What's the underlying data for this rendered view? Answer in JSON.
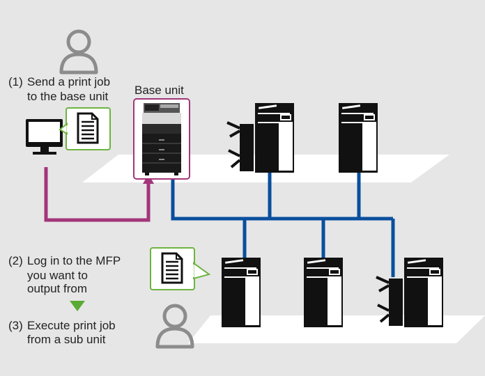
{
  "step1": {
    "number": "(1)",
    "line1": "Send a print job",
    "line2": "to the base unit"
  },
  "base_unit_label": "Base unit",
  "step2": {
    "number": "(2)",
    "line1": "Log in to the MFP",
    "line2": "you want to",
    "line3": "output from"
  },
  "step3": {
    "number": "(3)",
    "line1": "Execute print job",
    "line2": "from a sub unit"
  },
  "colors": {
    "background": "#e6e6e6",
    "network_line": "#0a4f9e",
    "job_path": "#a3357a",
    "base_frame": "#a3357a",
    "callout_border": "#6cb33f",
    "arrow_green": "#5aaa34",
    "person_icon": "#8c8c8c"
  },
  "icons": [
    "person-icon",
    "computer-icon",
    "document-icon",
    "mfp-icon",
    "finisher-icon",
    "arrow-down-icon"
  ]
}
